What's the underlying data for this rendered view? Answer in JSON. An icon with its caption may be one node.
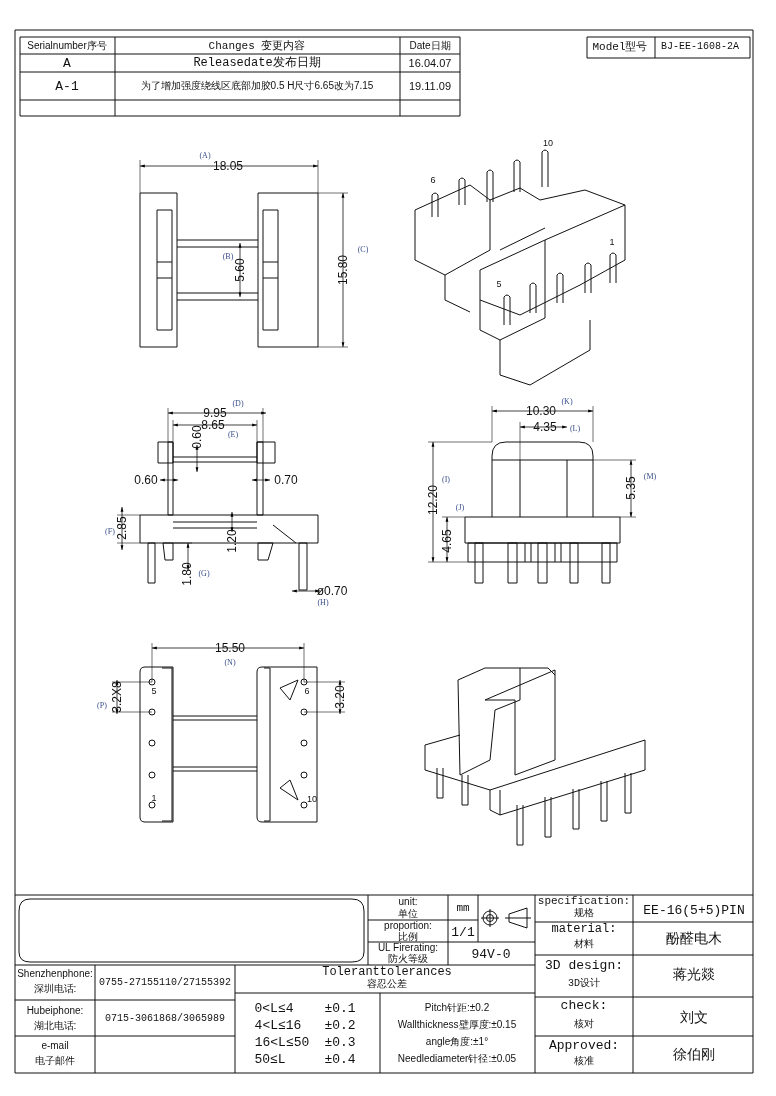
{
  "diagram": {
    "labels": [
      "Serialnumber序号",
      "Changes 变更内容",
      "Date日期",
      "A",
      "Releasedate发布日期",
      "16.04.07",
      "A-1",
      "为了增加强度绕线区底部加胶0.5 H尺寸6.65改为7.15",
      "19.11.09",
      "Model型号",
      "BJ-EE-1608-2A",
      "(A)",
      "18.05",
      "(B)",
      "5.60",
      "15.80",
      "(C)",
      "10",
      "6",
      "1",
      "5",
      "(D)",
      "9.95",
      "8.65",
      "(E)",
      "0.60",
      "0.60",
      "0.70",
      "(F)",
      "2.85",
      "1.20",
      "1.80",
      "(G)",
      "ø0.70",
      "(H)",
      "(K)",
      "10.30",
      "4.35",
      "(L)",
      "(I)",
      "12.20",
      "5.35",
      "(M)",
      "(J)",
      "4.65",
      "15.50",
      "(N)",
      "(P)",
      "3.2X8",
      "5",
      "6",
      "3.20",
      "1",
      "10",
      "unit:",
      "单位",
      "mm",
      "specification:",
      "规格",
      "EE-16(5+5)PIN",
      "proportion:",
      "比例",
      "1/1",
      "UL Firerating:",
      "防火等级",
      "94V-0",
      "material:",
      "材料",
      "酚醛电木",
      "Shenzhenphone:",
      "深圳电话:",
      "0755-27155110/27155392",
      "Toleranttolerances",
      "容忍公差",
      "3D design:",
      "3D设计",
      "蒋光燚",
      "Hubeiphone:",
      "湖北电话:",
      "0715-3061868/3065989",
      "0<L≤4",
      "±0.1",
      "4<L≤16",
      "±0.2",
      "16<L≤50",
      "±0.3",
      "50≤L",
      "±0.4",
      "Pitch针距:±0.2",
      "Wallthickness壁厚度:±0.15",
      "angle角度:±1°",
      "Needlediameter针径:±0.05",
      "check:",
      "核对",
      "刘文",
      "e-mail",
      "电子邮件",
      "Approved:",
      "核准",
      "徐伯刚"
    ]
  }
}
